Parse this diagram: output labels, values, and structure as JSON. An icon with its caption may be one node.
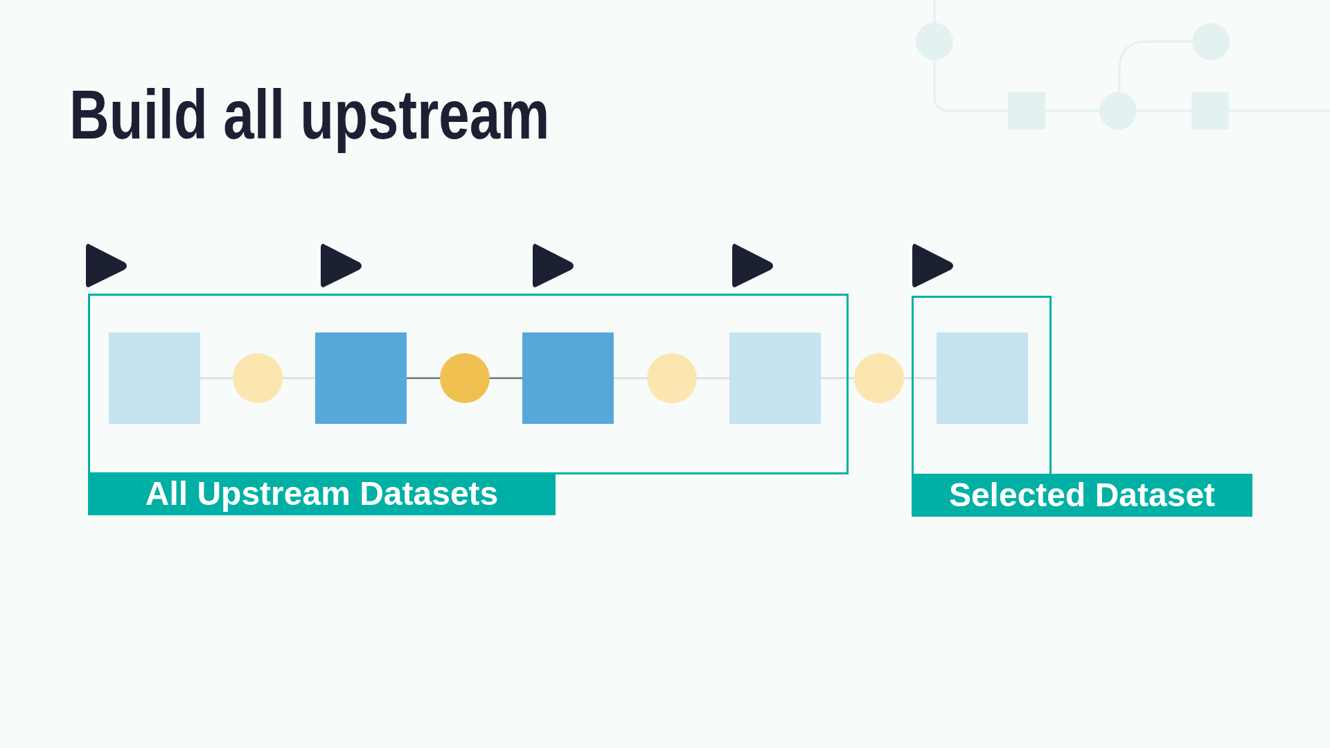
{
  "diagram": {
    "title": "Build all upstream",
    "nodes": [
      {
        "text": [
          "All Upstream Datasets"
        ]
      },
      {
        "text": [],
        "shape": "box",
        "in": 0
      },
      {
        "text": [],
        "shape": "circle",
        "in": 0
      },
      {
        "text": [],
        "shape": "box",
        "in": 0
      },
      {
        "text": [],
        "shape": "circle",
        "in": 0
      },
      {
        "text": [],
        "shape": "box",
        "in": 0
      },
      {
        "text": [],
        "shape": "circle",
        "in": 0
      },
      {
        "text": [],
        "shape": "box",
        "in": 0
      },
      {
        "text": [],
        "shape": "circle"
      },
      {
        "text": [
          "Selected Dataset"
        ]
      },
      {
        "text": [],
        "shape": "box",
        "in": 9
      }
    ],
    "edges": [
      {
        "from": 1,
        "to": 2,
        "arrow": "none"
      },
      {
        "from": 2,
        "to": 3,
        "arrow": "none"
      },
      {
        "from": 3,
        "to": 4,
        "arrow": "none",
        "color": "#6e6e80"
      },
      {
        "from": 4,
        "to": 5,
        "arrow": "none",
        "color": "#6e6e80"
      },
      {
        "from": 5,
        "to": 6,
        "arrow": "none"
      },
      {
        "from": 6,
        "to": 7,
        "arrow": "none"
      },
      {
        "from": 7,
        "to": 8,
        "arrow": "none"
      },
      {
        "from": 8,
        "to": 10,
        "arrow": "none"
      }
    ]
  }
}
